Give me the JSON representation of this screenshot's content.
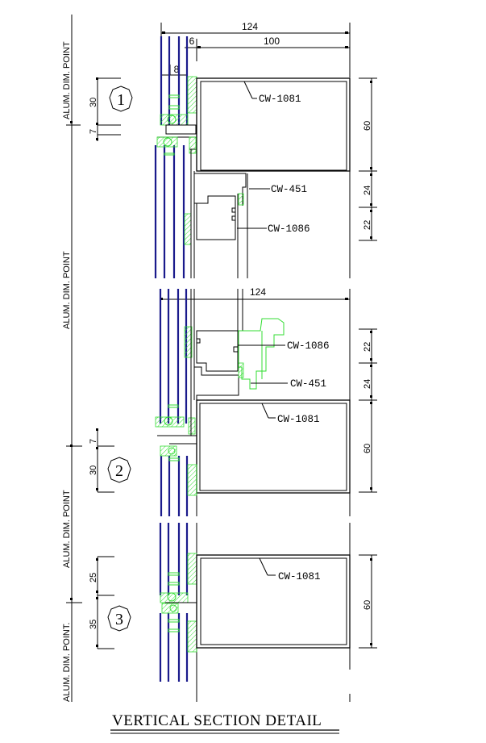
{
  "title": "VERTICAL SECTION DETAIL",
  "colors": {
    "line": "#000000",
    "glass": "#1a1a8c",
    "gasket": "#33dd33"
  },
  "side_labels": {
    "alum_dim_point": "ALUM. DIM. POINT",
    "alum_dim_point_3": "ALUM. DIM. POINT."
  },
  "detail_markers": [
    "1",
    "2",
    "3"
  ],
  "top_dims": {
    "overall": "124",
    "frame": "100",
    "gap": "6",
    "glass": "8"
  },
  "mid_dims": {
    "overall": "124"
  },
  "left_dims": {
    "d1_upper": "30",
    "d1_lower": "7",
    "d2_upper": "7",
    "d2_lower": "30",
    "d3_upper": "25",
    "d3_lower": "35"
  },
  "right_dims": {
    "s1": [
      "60",
      "24",
      "22"
    ],
    "s2": [
      "22",
      "24",
      "60"
    ],
    "s3": [
      "60"
    ]
  },
  "callouts": {
    "s1_1081": "CW-1081",
    "s1_451": "CW-451",
    "s1_1086": "CW-1086",
    "s2_1086": "CW-1086",
    "s2_451": "CW-451",
    "s2_1081": "CW-1081",
    "s3_1081": "CW-1081"
  }
}
